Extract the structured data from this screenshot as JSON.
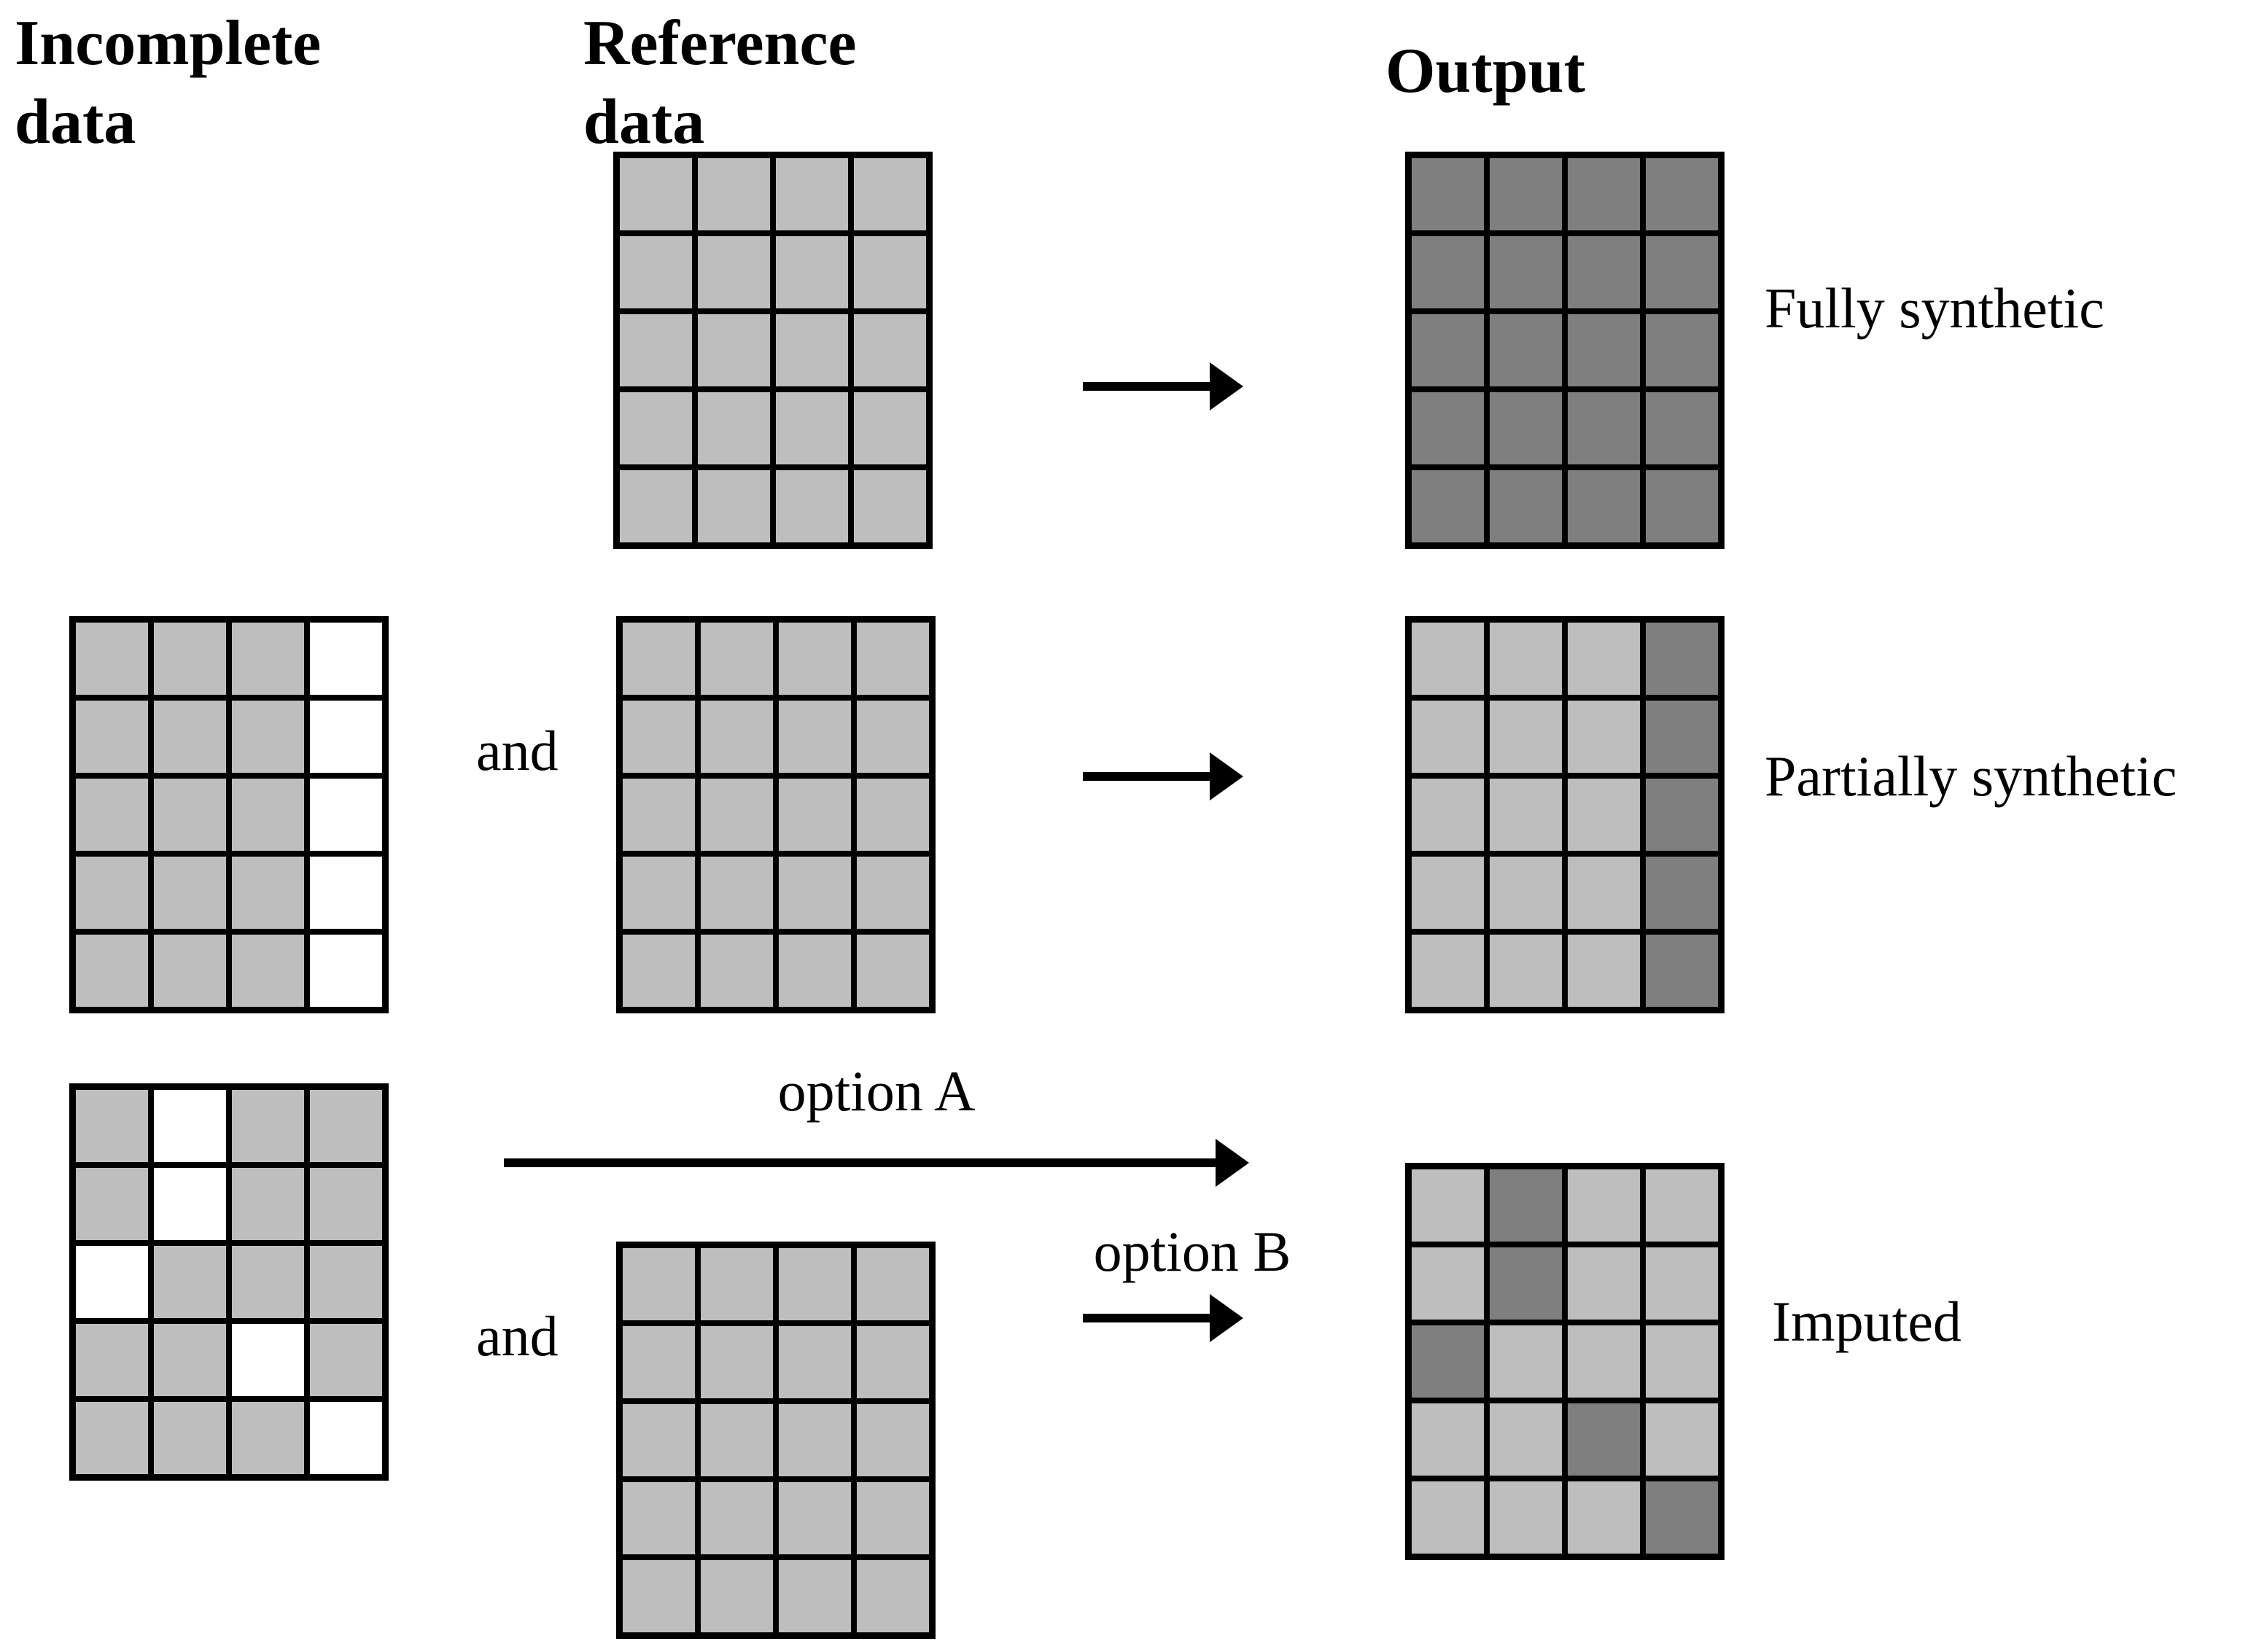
{
  "page": {
    "background": "#ffffff",
    "border_color": "#000000"
  },
  "cell_colors": {
    "P": "#bebebe",
    "S": "#7f7f7f",
    "M": "#ffffff"
  },
  "cell_types": {
    "P": "observed",
    "S": "synthetic",
    "M": "missing"
  },
  "headers": {
    "incomplete": "Incomplete data",
    "reference": "Reference data",
    "output": "Output"
  },
  "labels": {
    "and_mid": "and",
    "and_bottom": "and",
    "option_a": "option A",
    "option_b": "option B",
    "fully_synthetic": "Fully synthetic",
    "partially_synthetic": "Partially synthetic",
    "imputed": "Imputed"
  },
  "grids": {
    "reference_top": {
      "name": "reference data (top)",
      "rows": [
        "PPPP",
        "PPPP",
        "PPPP",
        "PPPP",
        "PPPP"
      ]
    },
    "output_fully": {
      "name": "fully synthetic output",
      "rows": [
        "SSSS",
        "SSSS",
        "SSSS",
        "SSSS",
        "SSSS"
      ]
    },
    "incomplete_mid": {
      "name": "incomplete data with missing last column",
      "rows": [
        "PPPM",
        "PPPM",
        "PPPM",
        "PPPM",
        "PPPM"
      ]
    },
    "reference_mid": {
      "name": "reference data (middle)",
      "rows": [
        "PPPP",
        "PPPP",
        "PPPP",
        "PPPP",
        "PPPP"
      ]
    },
    "output_partial": {
      "name": "partially synthetic output",
      "rows": [
        "PPPS",
        "PPPS",
        "PPPS",
        "PPPS",
        "PPPS"
      ]
    },
    "incomplete_bottom": {
      "name": "incomplete data with scattered missing cells",
      "rows": [
        "PMPP",
        "PMPP",
        "MPPP",
        "PPMP",
        "PPPM"
      ]
    },
    "reference_bottom": {
      "name": "reference data (bottom)",
      "rows": [
        "PPPP",
        "PPPP",
        "PPPP",
        "PPPP",
        "PPPP"
      ]
    },
    "output_imputed": {
      "name": "imputed output with synthetic cells at missing positions",
      "rows": [
        "PSPP",
        "PSPP",
        "SPPP",
        "PPSP",
        "PPPS"
      ]
    }
  }
}
